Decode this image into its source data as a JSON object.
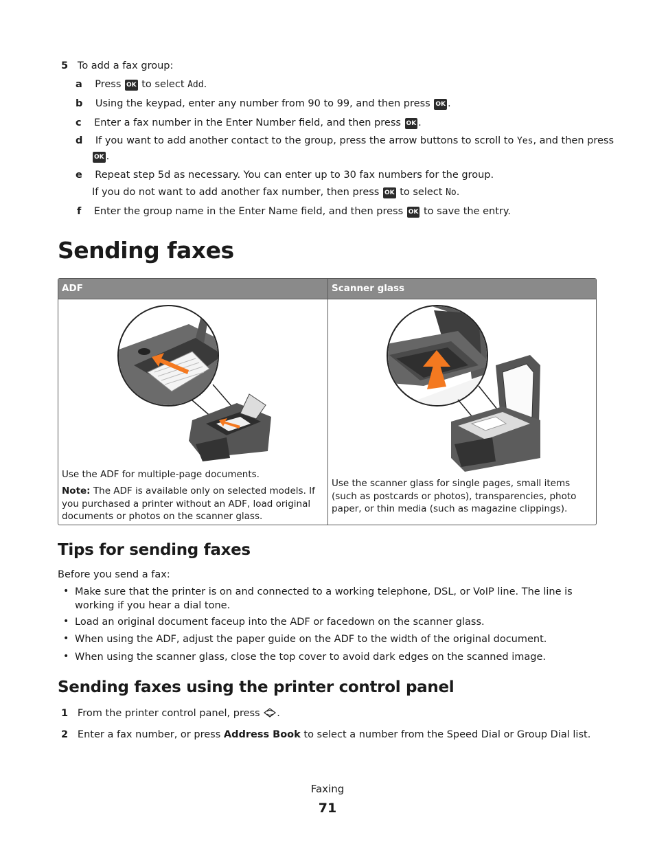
{
  "step5": {
    "num": "5",
    "text": "To add a fax group:",
    "a": {
      "letter": "a",
      "pre": "Press",
      "ok": "OK",
      "mid": "to select",
      "code": "Add",
      "post": "."
    },
    "b": {
      "letter": "b",
      "pre": "Using the keypad, enter any number from 90 to 99, and then press",
      "ok": "OK",
      "post": "."
    },
    "c": {
      "letter": "c",
      "pre": "Enter a fax number in the Enter Number field, and then press",
      "ok": "OK",
      "post": "."
    },
    "d": {
      "letter": "d",
      "pre": "If you want to add another contact to the group, press the arrow buttons to scroll to",
      "code": "Yes",
      "post": ", and then press",
      "ok": "OK",
      "end": "."
    },
    "e": {
      "letter": "e",
      "line1": "Repeat step 5d as necessary. You can enter up to 30 fax numbers for the group.",
      "pre": "If you do not want to add another fax number, then press",
      "ok": "OK",
      "mid": "to select",
      "code": "No",
      "post": "."
    },
    "f": {
      "letter": "f",
      "pre": "Enter the group name in the Enter Name field, and then press",
      "ok": "OK",
      "post": "to save the entry."
    }
  },
  "section_title": "Sending faxes",
  "table": {
    "col1_header": "ADF",
    "col2_header": "Scanner glass",
    "col1_text": "Use the ADF for multiple-page documents.",
    "col1_note_label": "Note:",
    "col1_note": "The ADF is available only on selected models. If you purchased a printer without an ADF, load original documents or photos on the scanner glass.",
    "col2_text": "Use the scanner glass for single pages, small items (such as postcards or photos), transparencies, photo paper, or thin media (such as magazine clippings)."
  },
  "tips": {
    "title": "Tips for sending faxes",
    "intro": "Before you send a fax:",
    "bullets": [
      "Make sure that the printer is on and connected to a working telephone, DSL, or VoIP line. The line is working if you hear a dial tone.",
      "Load an original document faceup into the ADF or facedown on the scanner glass.",
      "When using the ADF, adjust the paper guide on the ADF to the width of the original document.",
      "When using the scanner glass, close the top cover to avoid dark edges on the scanned image."
    ]
  },
  "panel": {
    "title": "Sending faxes using the printer control panel",
    "step1": {
      "num": "1",
      "pre": "From the printer control panel, press",
      "post": "."
    },
    "step2": {
      "num": "2",
      "pre": "Enter a fax number, or press",
      "bold": "Address Book",
      "post": "to select a number from the Speed Dial or Group Dial list."
    }
  },
  "footer": {
    "chapter": "Faxing",
    "page": "71"
  },
  "icons": {
    "ok_button": "ok-button-icon",
    "fax": "fax-icon",
    "printer_adf": "printer-adf-illustration",
    "printer_glass": "printer-scanner-glass-illustration"
  },
  "colors": {
    "table_header": "#8a8a8a",
    "arrow": "#f47920"
  }
}
